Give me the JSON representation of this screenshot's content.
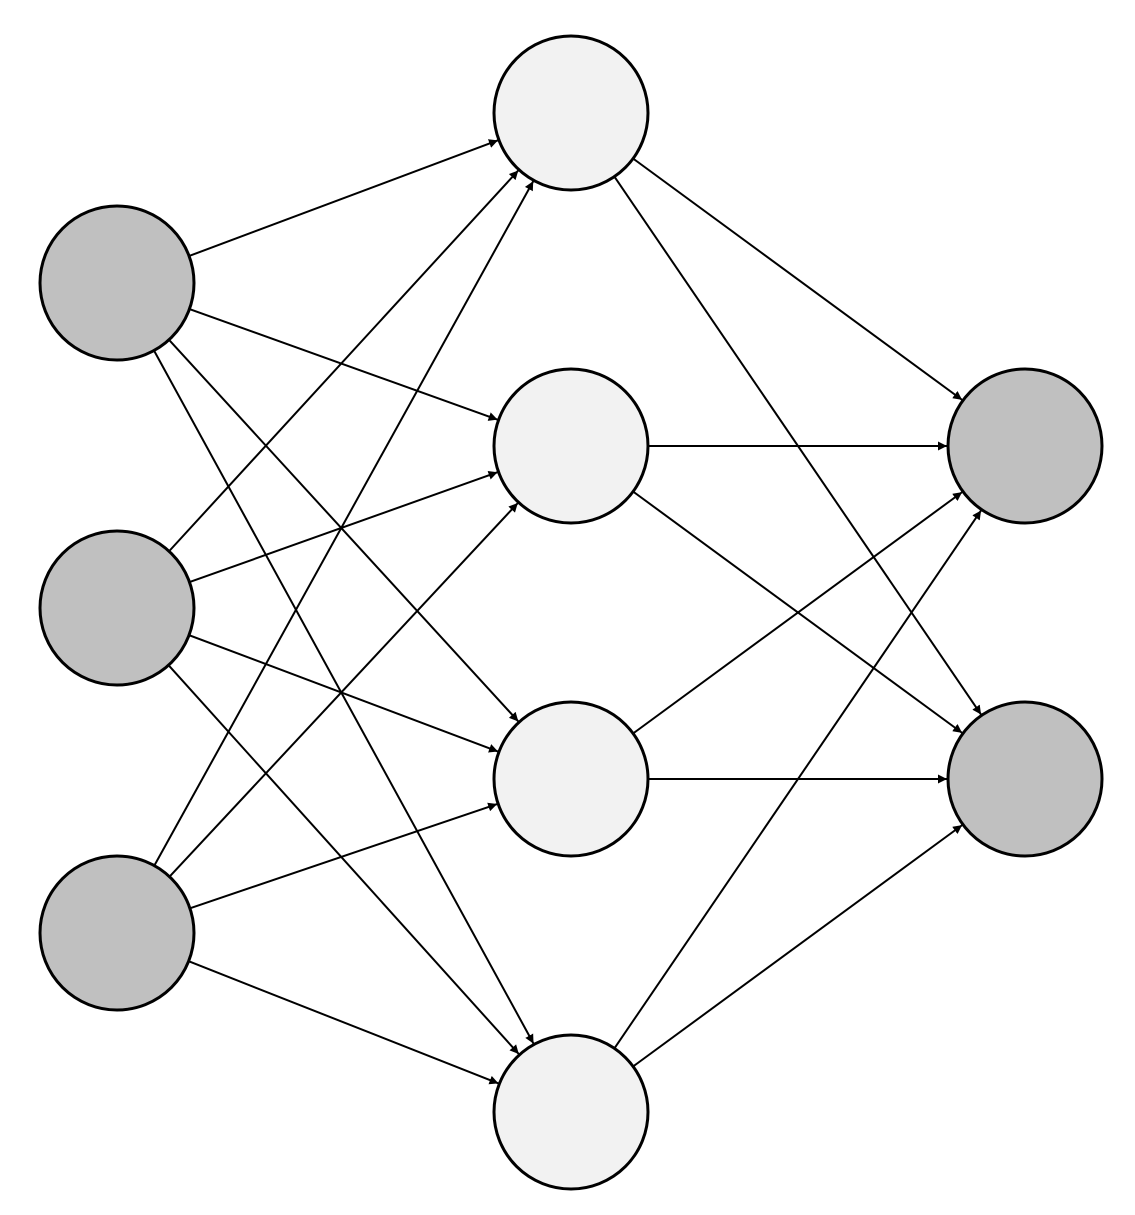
{
  "colors": {
    "input_fill": "#c0c0c0",
    "hidden_fill": "#f2f2f2",
    "output_fill": "#c0c0c0",
    "stroke": "#000000",
    "background": "#ffffff"
  },
  "layers": [
    {
      "id": "input",
      "nodes": 3,
      "fill_key": "input_fill"
    },
    {
      "id": "hidden",
      "nodes": 4,
      "fill_key": "hidden_fill"
    },
    {
      "id": "output",
      "nodes": 2,
      "fill_key": "output_fill"
    }
  ],
  "connectivity": "fully-connected",
  "edge_style": "directed-arrow"
}
